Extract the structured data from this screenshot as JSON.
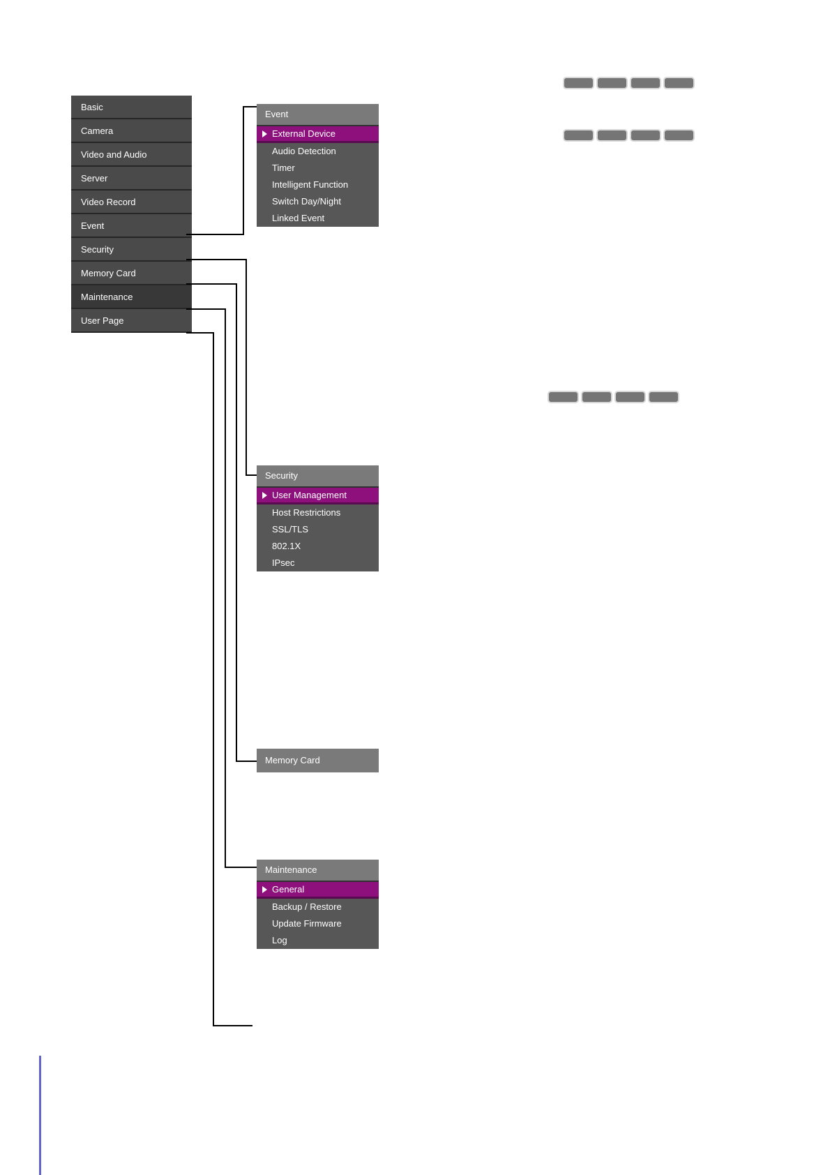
{
  "left_menu": {
    "items": [
      {
        "label": "Basic"
      },
      {
        "label": "Camera"
      },
      {
        "label": "Video and Audio"
      },
      {
        "label": "Server"
      },
      {
        "label": "Video Record"
      },
      {
        "label": "Event"
      },
      {
        "label": "Security"
      },
      {
        "label": "Memory Card"
      },
      {
        "label": "Maintenance"
      },
      {
        "label": "User Page"
      }
    ]
  },
  "submenus": {
    "event": {
      "title": "Event",
      "items": [
        {
          "label": "External Device",
          "selected": true
        },
        {
          "label": "Audio Detection",
          "selected": false
        },
        {
          "label": "Timer",
          "selected": false
        },
        {
          "label": "Intelligent Function",
          "selected": false
        },
        {
          "label": "Switch Day/Night",
          "selected": false
        },
        {
          "label": "Linked Event",
          "selected": false
        }
      ]
    },
    "security": {
      "title": "Security",
      "items": [
        {
          "label": "User Management",
          "selected": true
        },
        {
          "label": "Host Restrictions",
          "selected": false
        },
        {
          "label": "SSL/TLS",
          "selected": false
        },
        {
          "label": "802.1X",
          "selected": false
        },
        {
          "label": "IPsec",
          "selected": false
        }
      ]
    },
    "memory_card": {
      "title": "Memory Card",
      "items": []
    },
    "maintenance": {
      "title": "Maintenance",
      "items": [
        {
          "label": "General",
          "selected": true
        },
        {
          "label": "Backup / Restore",
          "selected": false
        },
        {
          "label": "Update Firmware",
          "selected": false
        },
        {
          "label": "Log",
          "selected": false
        }
      ]
    }
  },
  "button_rows": [
    {
      "count": 4,
      "label": ""
    },
    {
      "count": 4,
      "label": ""
    },
    {
      "count": 4,
      "label": ""
    }
  ],
  "colors": {
    "menu_item_bg": "#4a4a4a",
    "menu_item_dark_bg": "#383838",
    "submenu_header_bg": "#7a7a7a",
    "submenu_body_bg": "#575757",
    "selected_bg": "#8d107c",
    "selected_underline": "#5a0b50",
    "button_fill": "#757575",
    "button_border": "#d8d8d8",
    "connector": "#000000",
    "edge_marker": "#6464cf",
    "text": "#ffffff"
  }
}
